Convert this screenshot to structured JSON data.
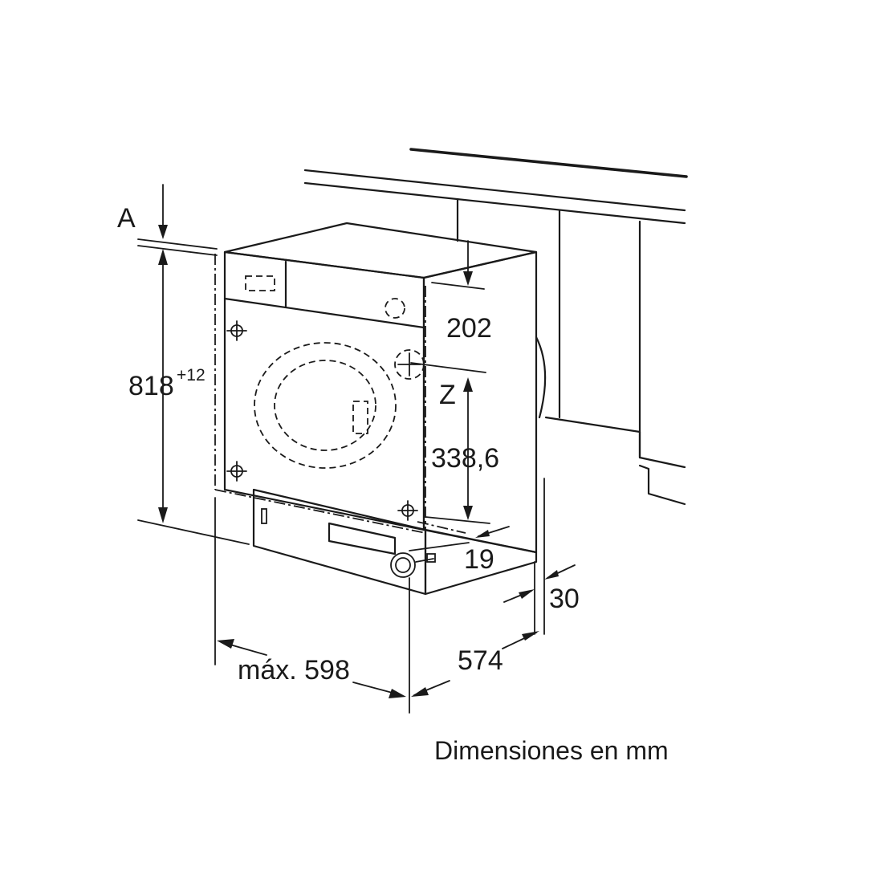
{
  "diagram": {
    "labels": {
      "a": "A",
      "height": "818",
      "height_tolerance": "+12",
      "top_offset": "202",
      "z": "Z",
      "hinge_height": "338,6",
      "foot_inset": "19",
      "rear_gap": "30",
      "width": "máx. 598",
      "depth": "574"
    },
    "caption": "Dimensiones en mm"
  }
}
